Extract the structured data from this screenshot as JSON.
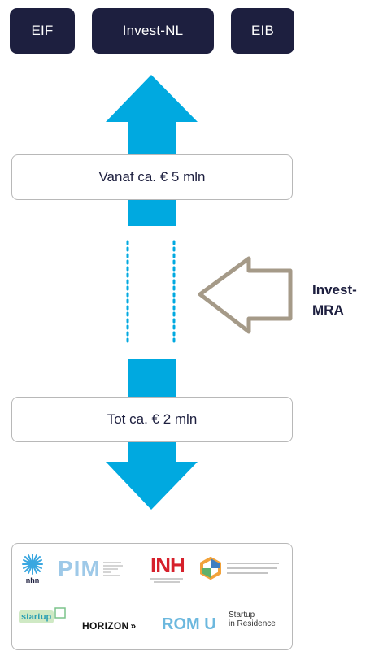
{
  "top_institutions": [
    "EIF",
    "Invest-NL",
    "EIB"
  ],
  "upper_range": "Vanaf ca. € 5 mln",
  "lower_range": "Tot ca. € 2 mln",
  "side_label": "Invest-MRA",
  "partner_logos": {
    "nhn": "nhn",
    "pim": "PIM",
    "inh": "INH",
    "horizon": "HORIZON",
    "romu": "ROM U",
    "startup_residence_line1": "Startup",
    "startup_residence_line2": "in Residence",
    "startup_boost": "startup"
  },
  "colors": {
    "navy": "#1d1f3f",
    "arrow_blue": "#00a9e0",
    "arrow_outline": "#a59a88"
  }
}
